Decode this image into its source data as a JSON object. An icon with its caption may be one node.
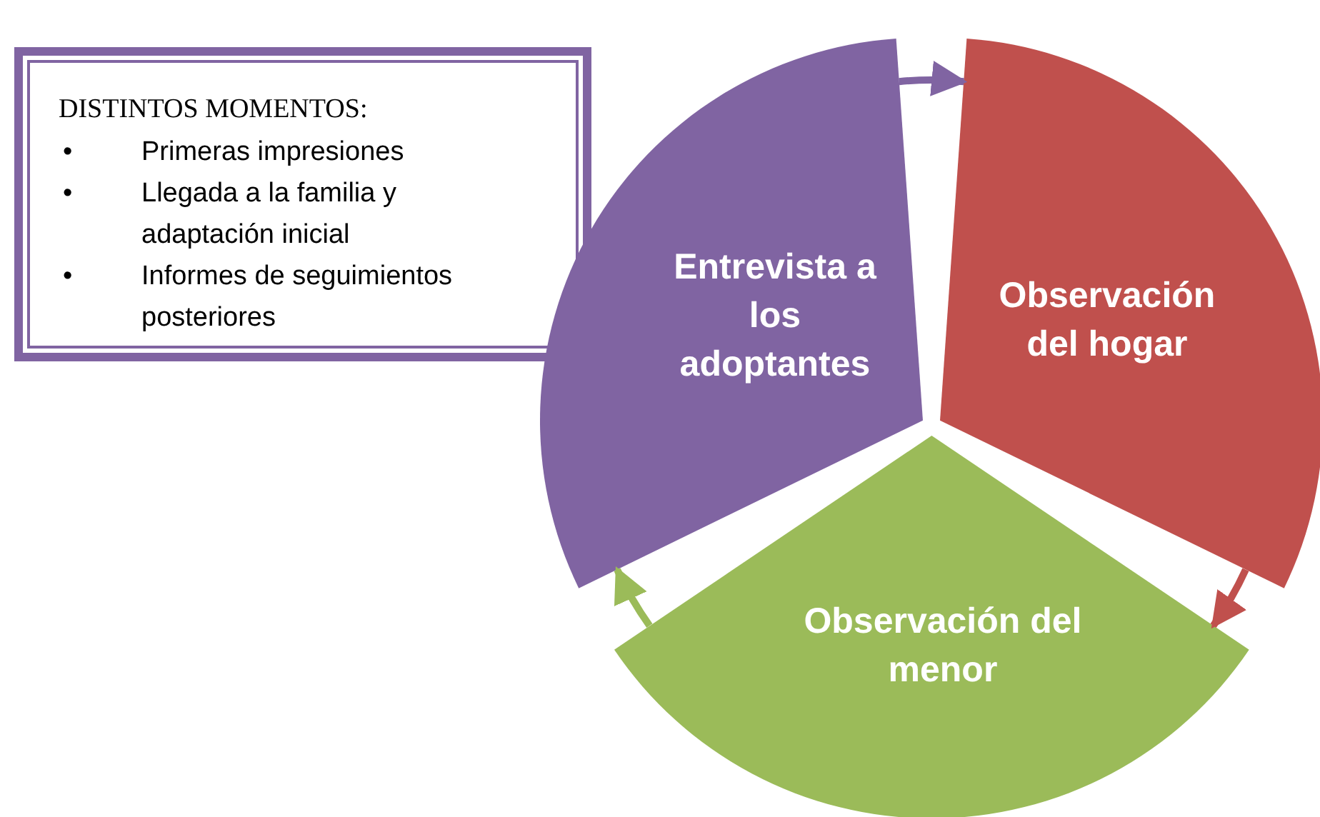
{
  "diagram": {
    "nodes": [
      {
        "text": [
          "DISTINTOS MOMENTOS:",
          "Primeras impresiones",
          "Llegada a la familia y adaptación inicial",
          "Informes de seguimientos posteriores"
        ]
      },
      {
        "text": [
          "Entrevista a los adoptantes"
        ]
      },
      {
        "text": [
          "Observación del hogar"
        ]
      },
      {
        "text": [
          "Observación del menor"
        ]
      }
    ],
    "edges": [
      {
        "from": 1,
        "to": 2,
        "arrow": "to"
      },
      {
        "from": 2,
        "to": 3,
        "arrow": "to"
      },
      {
        "from": 3,
        "to": 1,
        "arrow": "to"
      }
    ],
    "labels": [
      "•",
      "•",
      "•"
    ]
  }
}
